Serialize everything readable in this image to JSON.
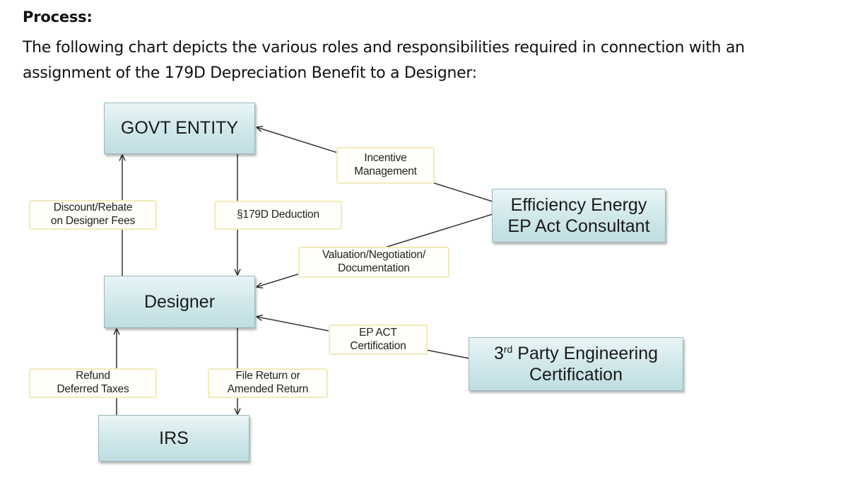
{
  "heading": "Process:",
  "intro": "The following chart depicts the various roles and responsibilities required in connection with an assignment of the 179D Depreciation Benefit to a Designer:",
  "nodes": {
    "govt_entity": "GOVT ENTITY",
    "designer": "Designer",
    "irs": "IRS",
    "consultant": [
      "Efficiency Energy",
      "EP Act Consultant"
    ],
    "third_party": {
      "prefix": "3",
      "superscript": "rd",
      "line1_rest": " Party Engineering",
      "line2": "Certification"
    }
  },
  "edge_labels": {
    "incentive": [
      "Incentive",
      "Management"
    ],
    "discount": [
      "Discount/Rebate",
      "on Designer Fees"
    ],
    "deduction": "§179D Deduction",
    "valuation": [
      "Valuation/Negotiation/",
      "Documentation"
    ],
    "epact_cert": [
      "EP ACT",
      "Certification"
    ],
    "refund": [
      "Refund",
      "Deferred Taxes"
    ],
    "file_return": [
      "File Return or",
      "Amended Return"
    ]
  },
  "colors": {
    "node_fill": "#cfe7ea",
    "node_border": "#9ab8bd",
    "label_border": "#f1ebbb",
    "connector": "#333333"
  }
}
